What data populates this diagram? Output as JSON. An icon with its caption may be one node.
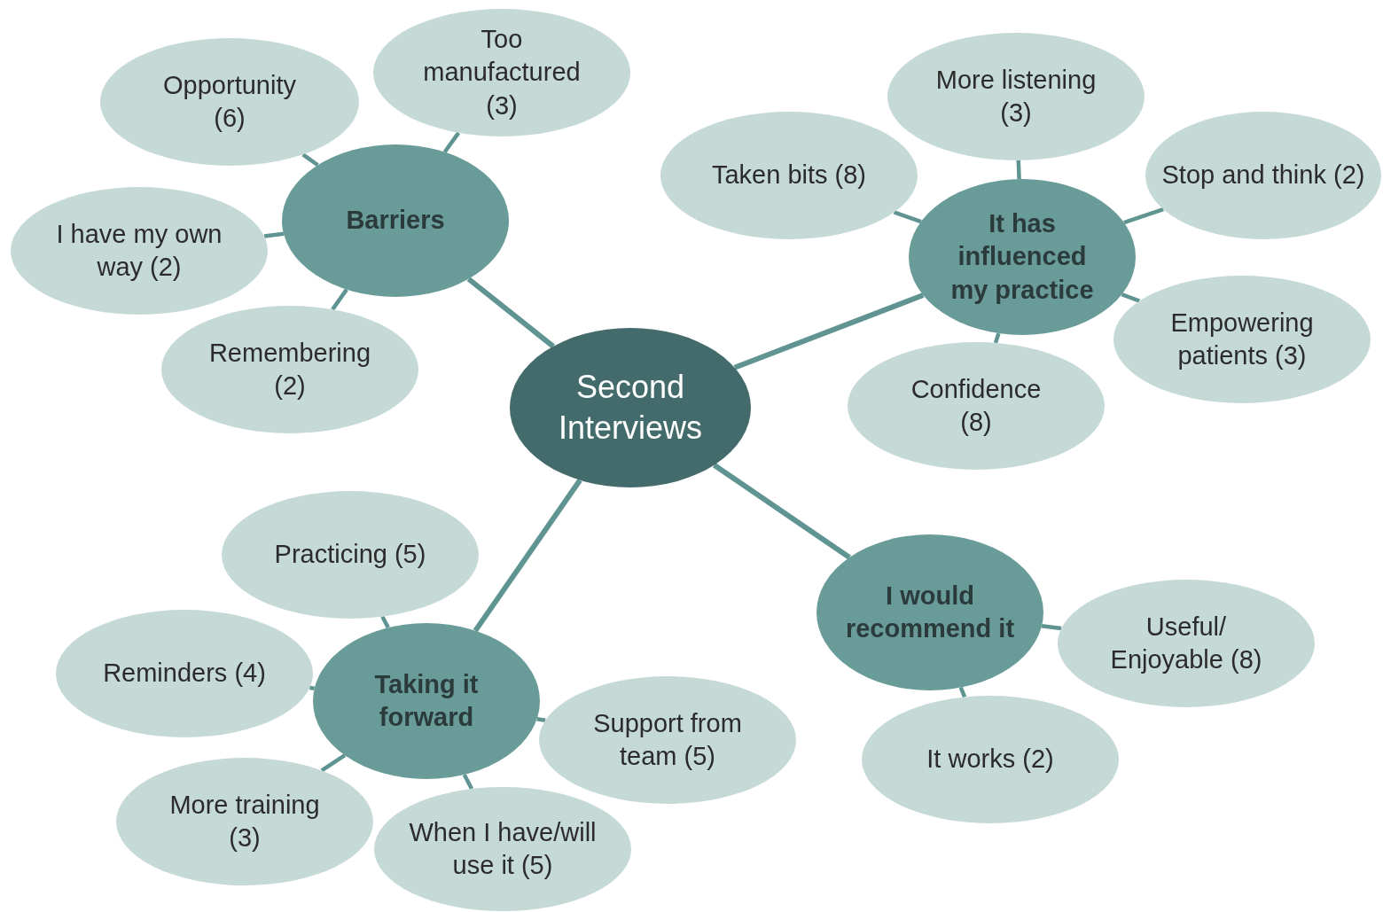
{
  "diagram": {
    "nodes": [
      {
        "text": [
          "Second Interviews"
        ]
      },
      {
        "text": [
          "Barriers"
        ]
      },
      {
        "text": [
          "Opportunity (6)"
        ]
      },
      {
        "text": [
          "Too manufactured (3)"
        ]
      },
      {
        "text": [
          "I have my own way (2)"
        ]
      },
      {
        "text": [
          "Remembering (2)"
        ]
      },
      {
        "text": [
          "It has influenced my practice"
        ]
      },
      {
        "text": [
          "Taken bits (8)"
        ]
      },
      {
        "text": [
          "More listening (3)"
        ]
      },
      {
        "text": [
          "Stop and think (2)"
        ]
      },
      {
        "text": [
          "Empowering patients (3)"
        ]
      },
      {
        "text": [
          "Confidence (8)"
        ]
      },
      {
        "text": [
          "I would recommend it"
        ]
      },
      {
        "text": [
          "Useful/ Enjoyable (8)"
        ]
      },
      {
        "text": [
          "It works (2)"
        ]
      },
      {
        "text": [
          "Taking it forward"
        ]
      },
      {
        "text": [
          "Practicing (5)"
        ]
      },
      {
        "text": [
          "Reminders (4)"
        ]
      },
      {
        "text": [
          "Support from team (5)"
        ]
      },
      {
        "text": [
          "More training (3)"
        ]
      },
      {
        "text": [
          "When I have/will use it (5)"
        ]
      }
    ],
    "edges": [
      {
        "from": 0,
        "to": 1,
        "arrow": "none"
      },
      {
        "from": 0,
        "to": 6,
        "arrow": "none"
      },
      {
        "from": 0,
        "to": 12,
        "arrow": "none"
      },
      {
        "from": 0,
        "to": 15,
        "arrow": "none"
      },
      {
        "from": 1,
        "to": 2,
        "arrow": "none"
      },
      {
        "from": 1,
        "to": 3,
        "arrow": "none"
      },
      {
        "from": 1,
        "to": 4,
        "arrow": "none"
      },
      {
        "from": 1,
        "to": 5,
        "arrow": "none"
      },
      {
        "from": 6,
        "to": 7,
        "arrow": "none"
      },
      {
        "from": 6,
        "to": 8,
        "arrow": "none"
      },
      {
        "from": 6,
        "to": 9,
        "arrow": "none"
      },
      {
        "from": 6,
        "to": 10,
        "arrow": "none"
      },
      {
        "from": 6,
        "to": 11,
        "arrow": "none"
      },
      {
        "from": 12,
        "to": 13,
        "arrow": "none"
      },
      {
        "from": 12,
        "to": 14,
        "arrow": "none"
      },
      {
        "from": 15,
        "to": 16,
        "arrow": "none"
      },
      {
        "from": 15,
        "to": 17,
        "arrow": "none"
      },
      {
        "from": 15,
        "to": 18,
        "arrow": "none"
      },
      {
        "from": 15,
        "to": 19,
        "arrow": "none"
      },
      {
        "from": 15,
        "to": 20,
        "arrow": "none"
      }
    ]
  }
}
